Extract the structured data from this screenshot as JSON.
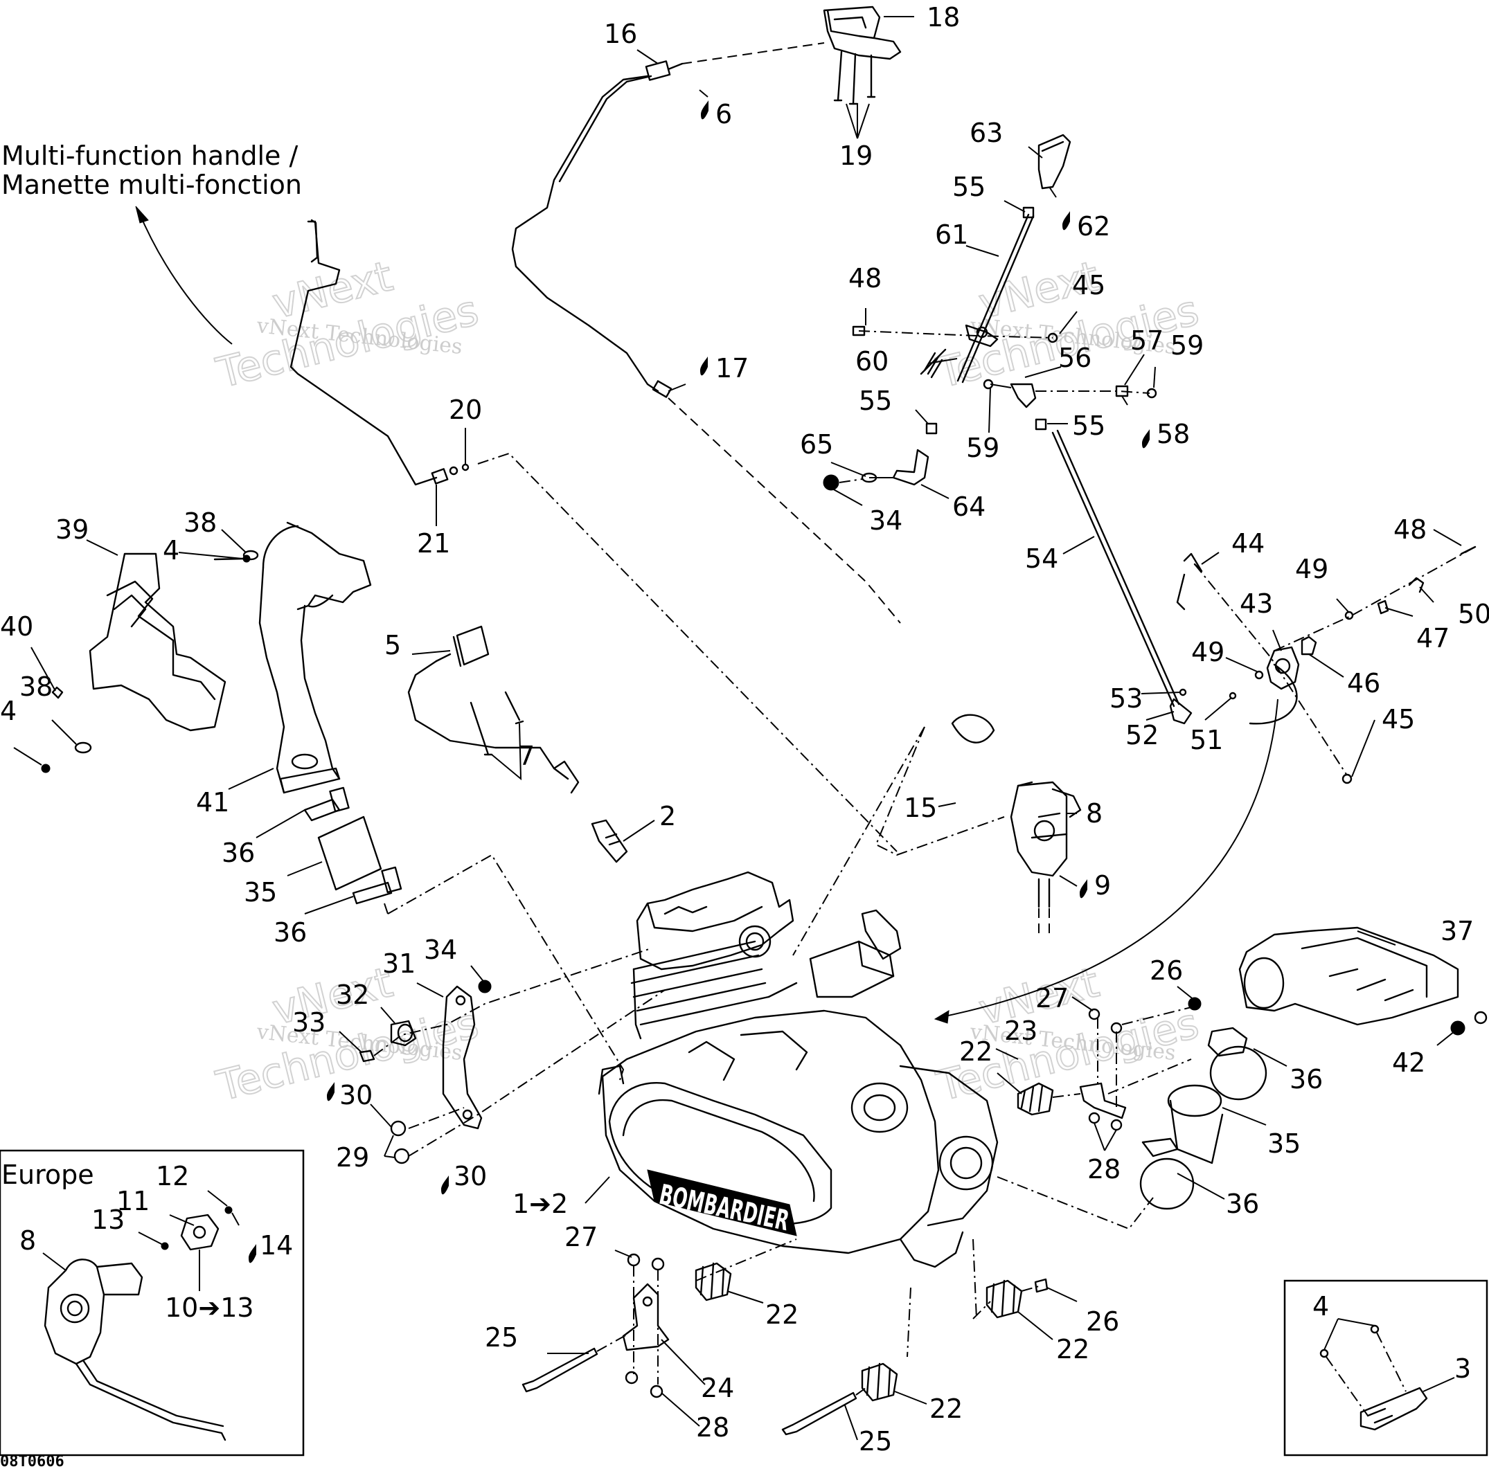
{
  "caption": {
    "line1": "Multi-function handle /",
    "line2": "Manette multi-fonction"
  },
  "inset_labels": {
    "europe": "Europe"
  },
  "drawing_code": "08T0606",
  "engine_brand": "BOMBARDIER",
  "watermark": {
    "line1": "vNext Technologies",
    "brand_top": "vNext",
    "brand_bottom": "Technologies"
  },
  "callouts": {
    "c16": "16",
    "c18": "18",
    "c6": "6",
    "c19": "19",
    "c63": "63",
    "c55a": "55",
    "c62": "62",
    "c61": "61",
    "c48a": "48",
    "c45a": "45",
    "c57": "57",
    "c59a": "59",
    "c60": "60",
    "c56": "56",
    "c55b": "55",
    "c55c": "55",
    "c59b": "59",
    "c58": "58",
    "c65": "65",
    "c34a": "34",
    "c64": "64",
    "c17": "17",
    "c20": "20",
    "c21": "21",
    "c54": "54",
    "c44": "44",
    "c48b": "48",
    "c49a": "49",
    "c50": "50",
    "c43": "43",
    "c47": "47",
    "c49b": "49",
    "c46": "46",
    "c53": "53",
    "c52": "52",
    "c51": "51",
    "c45b": "45",
    "c39": "39",
    "c38a": "38",
    "c4a": "4",
    "c40": "40",
    "c38b": "38",
    "c4b": "4",
    "c41": "41",
    "c5": "5",
    "c7": "7",
    "c36a": "36",
    "c35a": "35",
    "c36b": "36",
    "c2": "2",
    "c15": "15",
    "c8a": "8",
    "c9": "9",
    "c37": "37",
    "c34b": "34",
    "c31": "31",
    "c32": "32",
    "c33": "33",
    "c30a": "30",
    "c29": "29",
    "c30b": "30",
    "c26a": "26",
    "c27a": "27",
    "c23": "23",
    "c22a": "22",
    "c36c": "36",
    "c42": "42",
    "c35b": "35",
    "c28a": "28",
    "c36d": "36",
    "c1to2": "1➔2",
    "c27b": "27",
    "c22b": "22",
    "c25a": "25",
    "c24": "24",
    "c28b": "28",
    "c22c": "22",
    "c26b": "26",
    "c22d": "22",
    "c25b": "25",
    "c12": "12",
    "c11": "11",
    "c13": "13",
    "c14": "14",
    "c8b": "8",
    "c10to13": "10➔13",
    "c4c": "4",
    "c3": "3"
  }
}
